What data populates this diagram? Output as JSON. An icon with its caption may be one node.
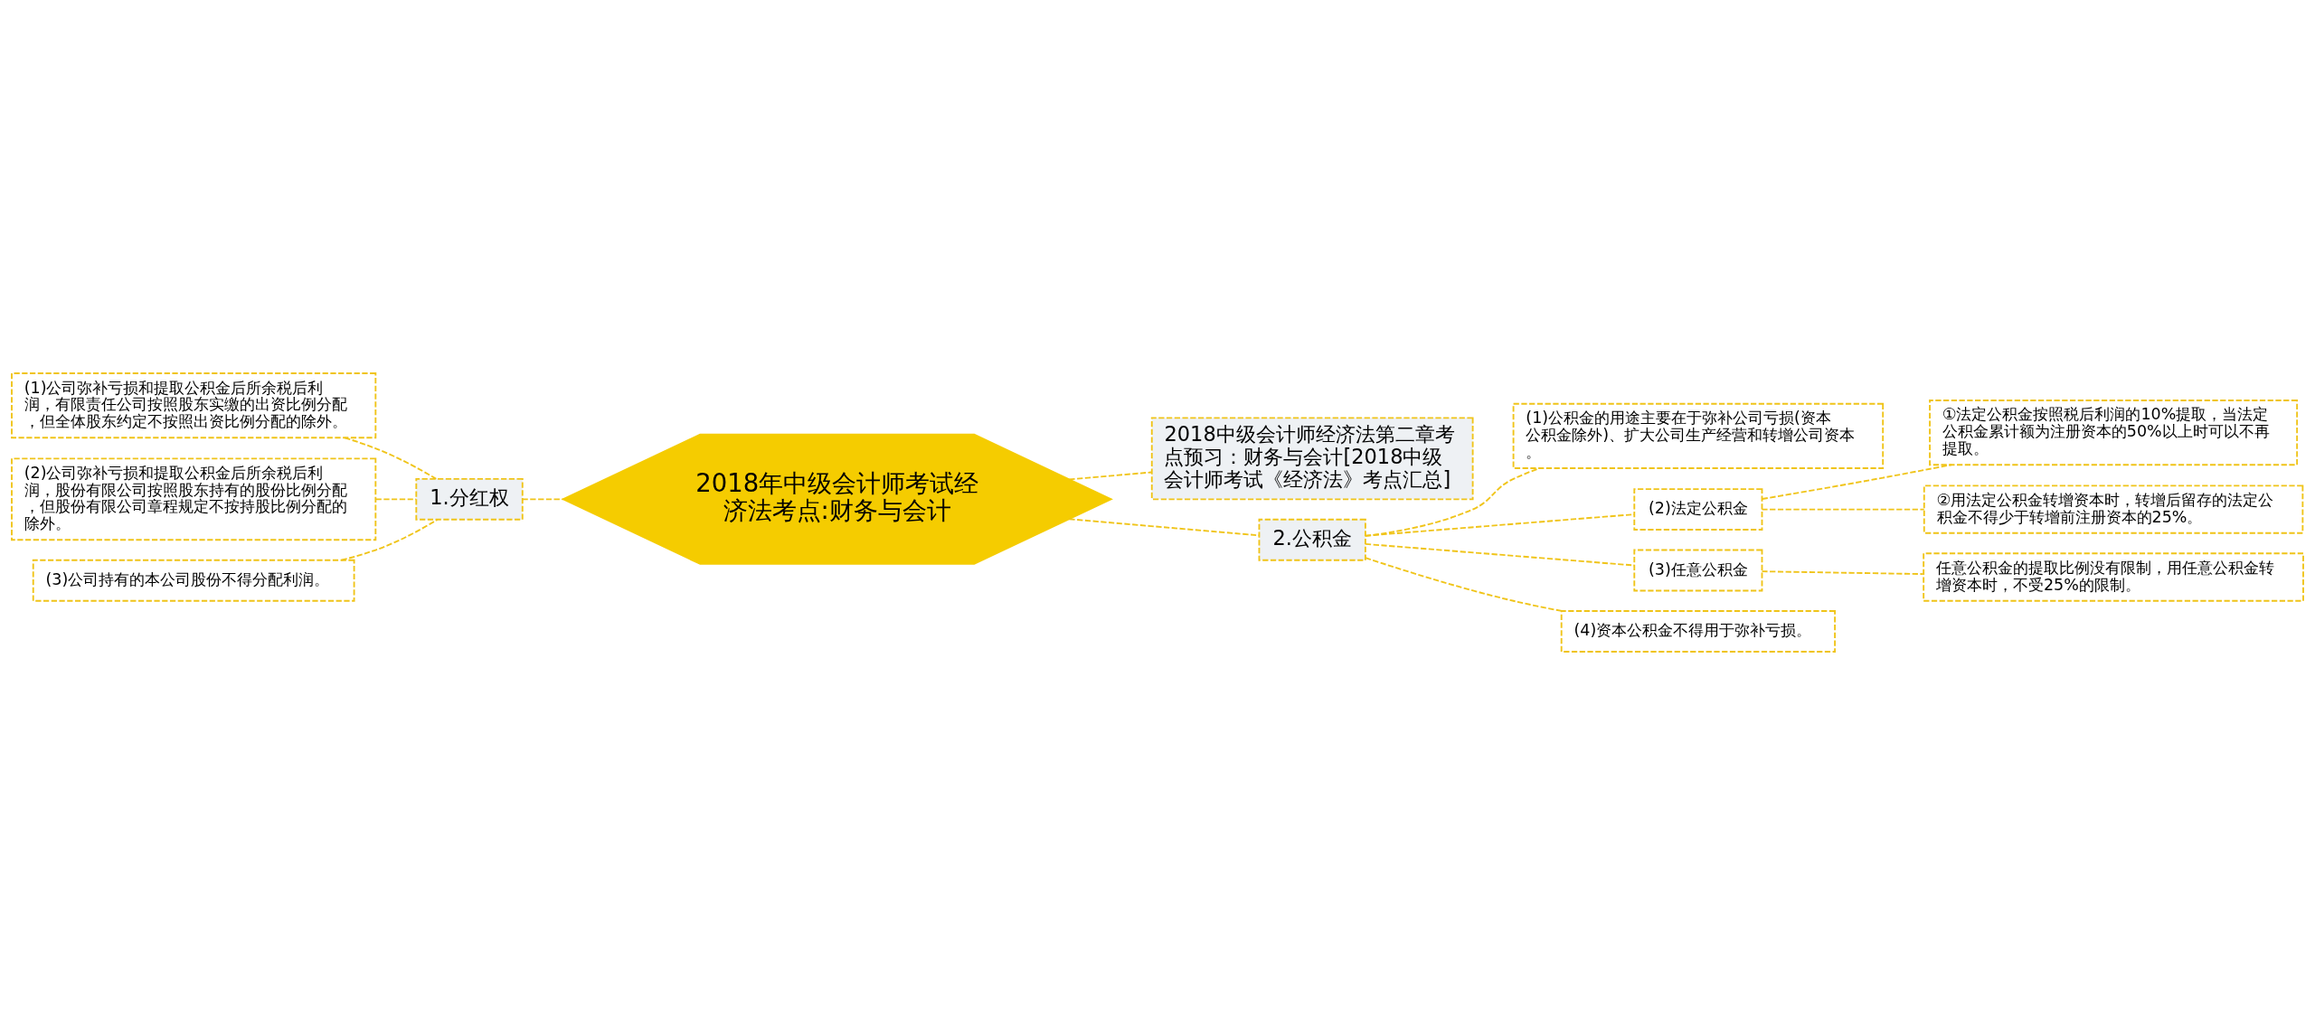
{
  "diagram": {
    "nodes": [
      {
        "text": [
          "2018年中级会计师考试经济法考点:财务与会计"
        ]
      },
      {
        "text": [
          "1.分红权"
        ]
      },
      {
        "text": [
          "(1)公司弥补亏损和提取公积金后所余税后利润，有限责任公司按照股东实缴的出资比例分配，但全体股东约定不按照出资比例分配的除外。"
        ]
      },
      {
        "text": [
          "(2)公司弥补亏损和提取公积金后所余税后利润，股份有限公司按照股东持有的股份比例分配，但股份有限公司章程规定不按持股比例分配的除外。"
        ]
      },
      {
        "text": [
          "(3)公司持有的本公司股份不得分配利润。"
        ]
      },
      {
        "text": [
          "2018中级会计师经济法第二章考点预习：财务与会计[2018中级会计师考试《经济法》考点汇总]"
        ]
      },
      {
        "text": [
          "2.公积金"
        ]
      },
      {
        "text": [
          "(1)公积金的用途主要在于弥补公司亏损(资本公积金除外)、扩大公司生产经营和转增公司资本。"
        ]
      },
      {
        "text": [
          "(2)法定公积金"
        ]
      },
      {
        "text": [
          "①法定公积金按照税后利润的10%提取，当法定公积金累计额为注册资本的50%以上时可以不再提取。"
        ]
      },
      {
        "text": [
          "②用法定公积金转增资本时，转增后留存的法定公积金不得少于转增前注册资本的25%。"
        ]
      },
      {
        "text": [
          "(3)任意公积金"
        ]
      },
      {
        "text": [
          "任意公积金的提取比例没有限制，用任意公积金转增资本时，不受25%的限制。"
        ]
      },
      {
        "text": [
          "(4)资本公积金不得用于弥补亏损。"
        ]
      }
    ],
    "edges": [
      {
        "from": 0,
        "to": 1,
        "arrow": "none",
        "style": "dashed"
      },
      {
        "from": 1,
        "to": 2,
        "arrow": "none",
        "style": "dashed"
      },
      {
        "from": 1,
        "to": 3,
        "arrow": "none",
        "style": "dashed"
      },
      {
        "from": 1,
        "to": 4,
        "arrow": "none",
        "style": "dashed"
      },
      {
        "from": 0,
        "to": 5,
        "arrow": "none",
        "style": "dashed"
      },
      {
        "from": 0,
        "to": 6,
        "arrow": "none",
        "style": "dashed"
      },
      {
        "from": 6,
        "to": 7,
        "arrow": "none",
        "style": "dashed"
      },
      {
        "from": 6,
        "to": 8,
        "arrow": "none",
        "style": "dashed"
      },
      {
        "from": 8,
        "to": 9,
        "arrow": "none",
        "style": "dashed"
      },
      {
        "from": 8,
        "to": 10,
        "arrow": "none",
        "style": "dashed"
      },
      {
        "from": 6,
        "to": 11,
        "arrow": "none",
        "style": "dashed"
      },
      {
        "from": 11,
        "to": 12,
        "arrow": "none",
        "style": "dashed"
      },
      {
        "from": 6,
        "to": 13,
        "arrow": "none",
        "style": "dashed"
      }
    ]
  }
}
